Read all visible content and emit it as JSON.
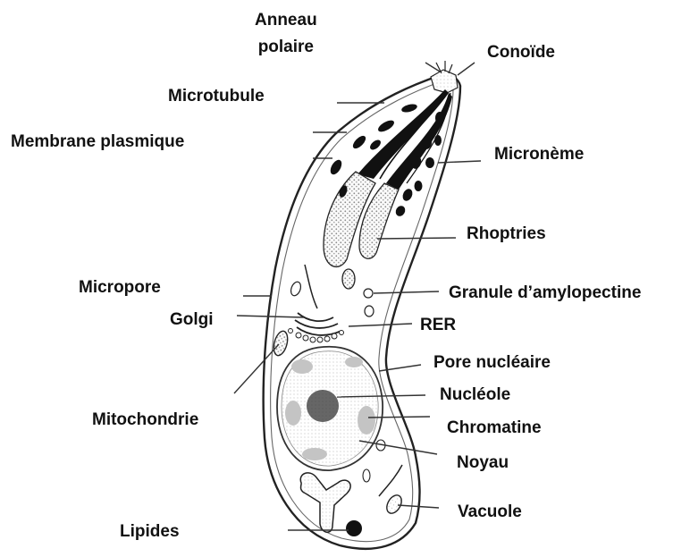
{
  "labels": {
    "anneau_polaire_l1": "Anneau",
    "anneau_polaire_l2": "polaire",
    "conoide": "Conoïde",
    "microtubule": "Microtubule",
    "membrane_plasmique": "Membrane plasmique",
    "microneme": "Micronème",
    "rhoptries": "Rhoptries",
    "micropore": "Micropore",
    "granule_amylopectine": "Granule d’amylopectine",
    "golgi": "Golgi",
    "rer": "RER",
    "pore_nucleaire": "Pore nucléaire",
    "nucleole": "Nucléole",
    "mitochondrie": "Mitochondrie",
    "chromatine": "Chromatine",
    "noyau": "Noyau",
    "vacuole": "Vacuole",
    "lipides": "Lipides"
  },
  "colors": {
    "ink": "#111111",
    "stipple": "#bdbdbd"
  }
}
